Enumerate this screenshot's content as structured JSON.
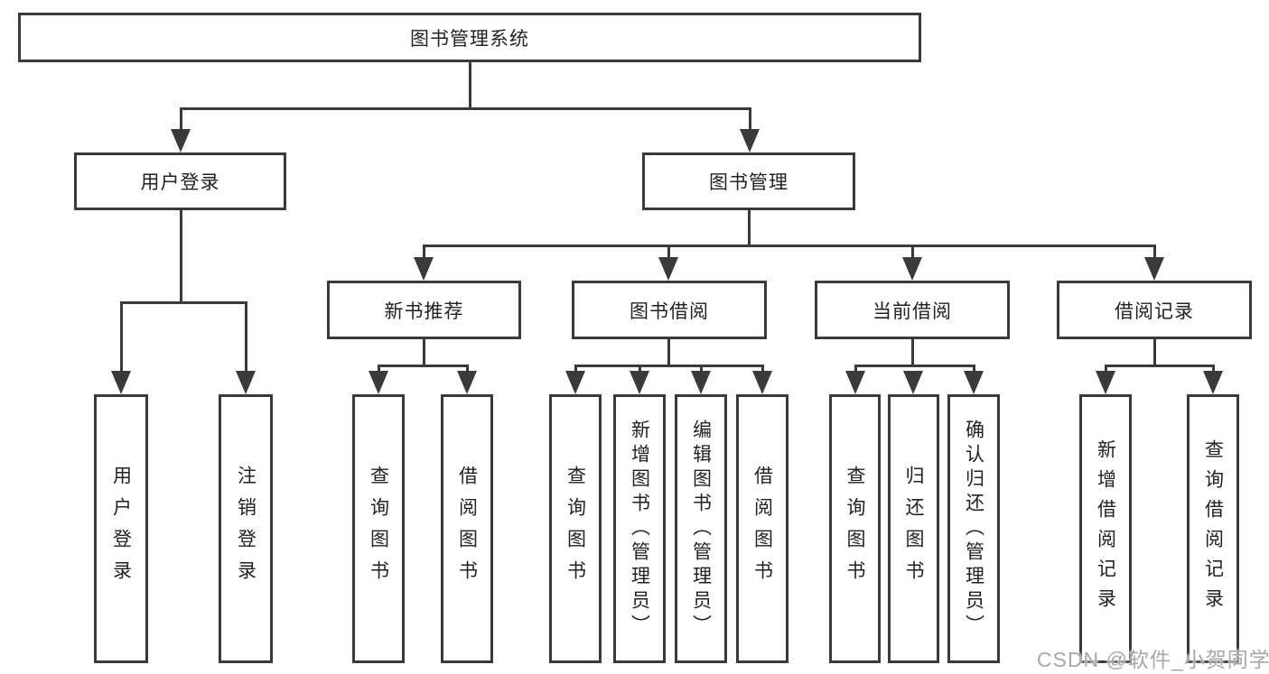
{
  "diagram": {
    "root": "图书管理系统",
    "branches": [
      {
        "label": "用户登录",
        "children": [
          {
            "label": "用户登录"
          },
          {
            "label": "注销登录"
          }
        ]
      },
      {
        "label": "图书管理",
        "children": [
          {
            "label": "新书推荐",
            "children": [
              {
                "label": "查询图书"
              },
              {
                "label": "借阅图书"
              }
            ]
          },
          {
            "label": "图书借阅",
            "children": [
              {
                "label": "查询图书"
              },
              {
                "label": "新增图书（管理员）"
              },
              {
                "label": "编辑图书（管理员）"
              },
              {
                "label": "借阅图书"
              }
            ]
          },
          {
            "label": "当前借阅",
            "children": [
              {
                "label": "查询图书"
              },
              {
                "label": "归还图书"
              },
              {
                "label": "确认归还（管理员）"
              }
            ]
          },
          {
            "label": "借阅记录",
            "children": [
              {
                "label": "新增借阅记录"
              },
              {
                "label": "查询借阅记录"
              }
            ]
          }
        ]
      }
    ]
  },
  "watermark": "CSDN @软件_小贺同学",
  "colors": {
    "line": "#3a3a3a",
    "text": "#222222",
    "watermark": "#a8a8a8",
    "background": "#ffffff"
  }
}
